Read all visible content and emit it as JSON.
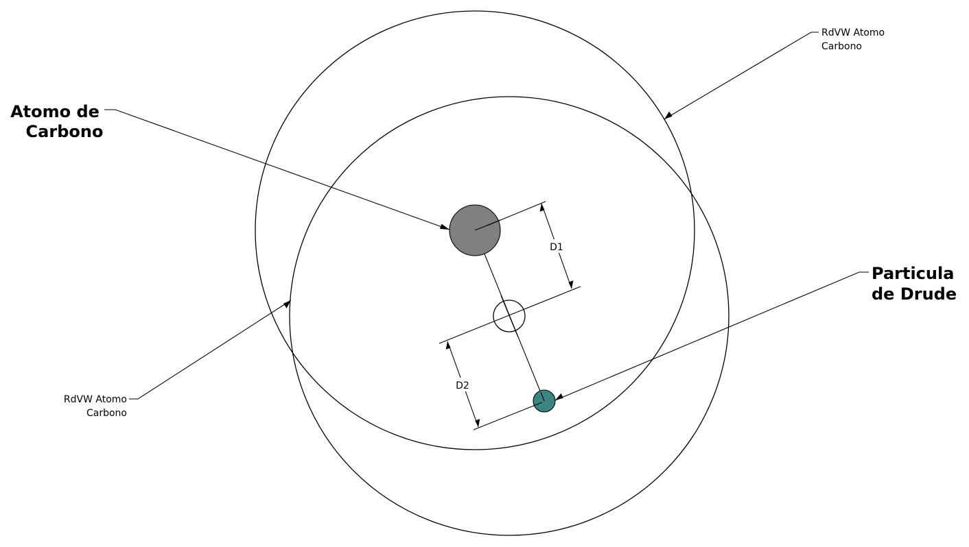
{
  "labels": {
    "carbon_atom_line1": "Atomo de",
    "carbon_atom_line2": "Carbono",
    "drude_line1": "Particula",
    "drude_line2": "de Drude",
    "rdvw_top_line1": "RdVW Atomo",
    "rdvw_top_line2": "Carbono",
    "rdvw_left_line1": "RdVW Atomo",
    "rdvw_left_line2": "Carbono",
    "dim_d1": "D1",
    "dim_d2": "D2"
  },
  "colors": {
    "carbon_atom_fill": "#808080",
    "drude_particle_fill": "#3d8583",
    "outline": "#000000",
    "background": "#ffffff"
  }
}
